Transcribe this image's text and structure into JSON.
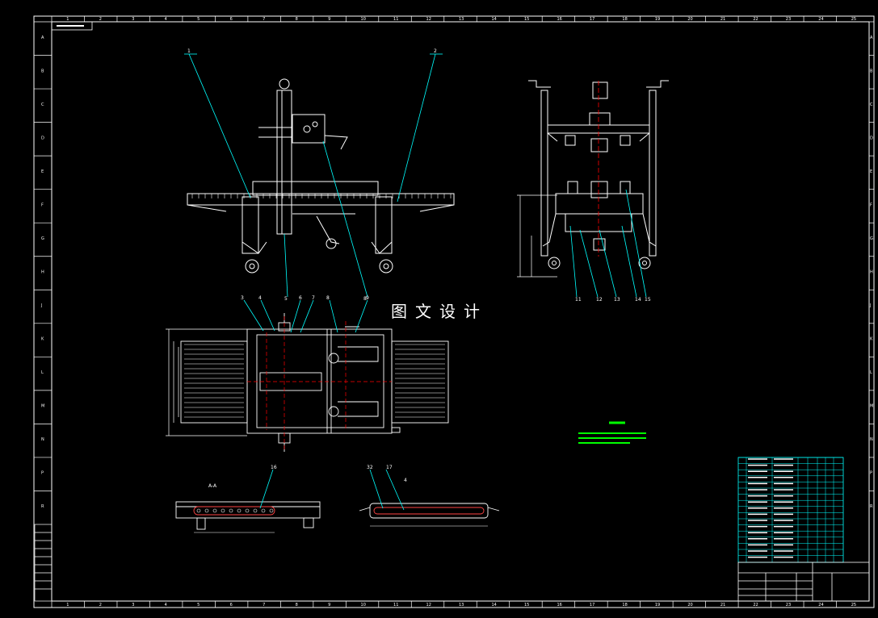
{
  "watermark": "图文设计",
  "zone_numbers_top": [
    "1",
    "2",
    "3",
    "4",
    "5",
    "6",
    "7",
    "8",
    "9",
    "10",
    "11",
    "12",
    "13",
    "14",
    "15",
    "16",
    "17",
    "18",
    "19",
    "20",
    "21",
    "22",
    "23",
    "24",
    "25"
  ],
  "zone_letters_side": [
    "A",
    "B",
    "C",
    "D",
    "E",
    "F",
    "G",
    "H",
    "J",
    "K",
    "L",
    "M",
    "N",
    "P",
    "R"
  ],
  "balloons_top_view": [
    "1",
    "2",
    "5",
    "8"
  ],
  "balloons_side_view": [
    "11",
    "12",
    "13",
    "14",
    "15"
  ],
  "balloons_plan_view": [
    "3",
    "4",
    "6",
    "7",
    "8",
    "9"
  ],
  "balloons_section": [
    "16",
    "32",
    "17",
    "4"
  ],
  "section_label": "A-A",
  "dims": {
    "plan_left": "",
    "side_height": "",
    "section_a": "",
    "section_b": ""
  },
  "colors": {
    "frame": "#ffffff",
    "part": "#ffffff",
    "leader": "#00ffff",
    "centerline": "#ff0000",
    "tech_text": "#00ff00",
    "table_grid": "#00ffff"
  }
}
